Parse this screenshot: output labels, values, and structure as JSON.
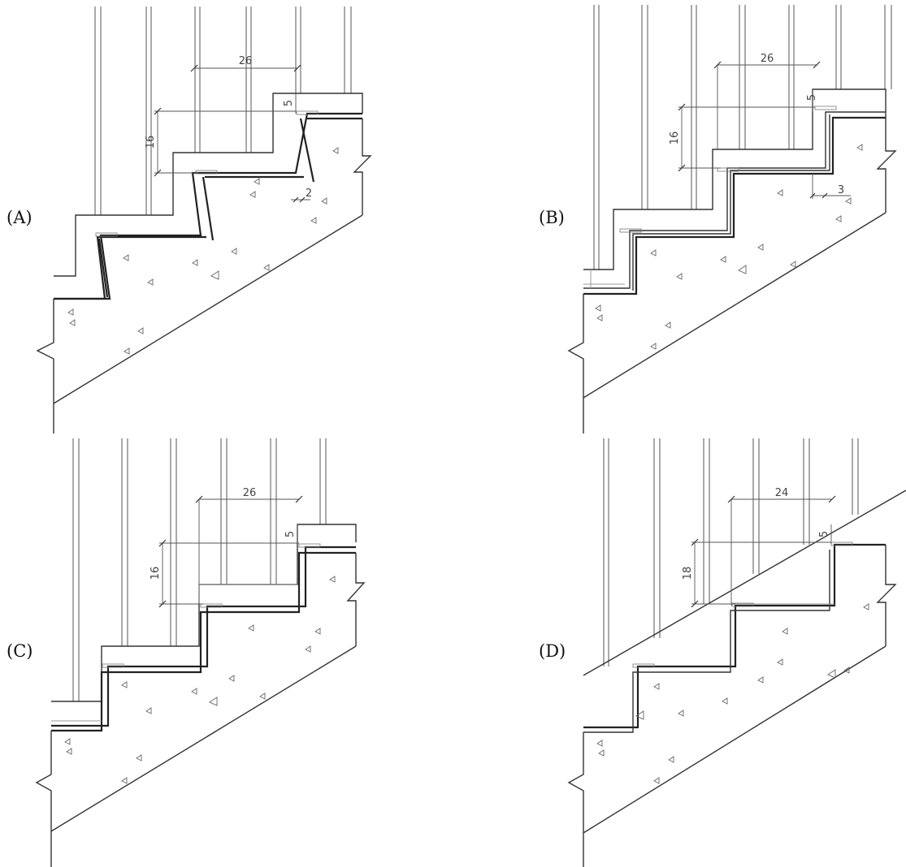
{
  "panels": [
    {
      "id": "A",
      "label": "(A)",
      "dims": {
        "tread": "26",
        "riser": "16",
        "nosing": "5",
        "offset": "2"
      }
    },
    {
      "id": "B",
      "label": "(B)",
      "dims": {
        "tread": "26",
        "riser": "16",
        "nosing": "5",
        "offset": "3"
      }
    },
    {
      "id": "C",
      "label": "(C)",
      "dims": {
        "tread": "26",
        "riser": "16",
        "nosing": "5"
      }
    },
    {
      "id": "D",
      "label": "(D)",
      "dims": {
        "tread": "24",
        "riser": "18",
        "nosing": "5"
      }
    }
  ]
}
